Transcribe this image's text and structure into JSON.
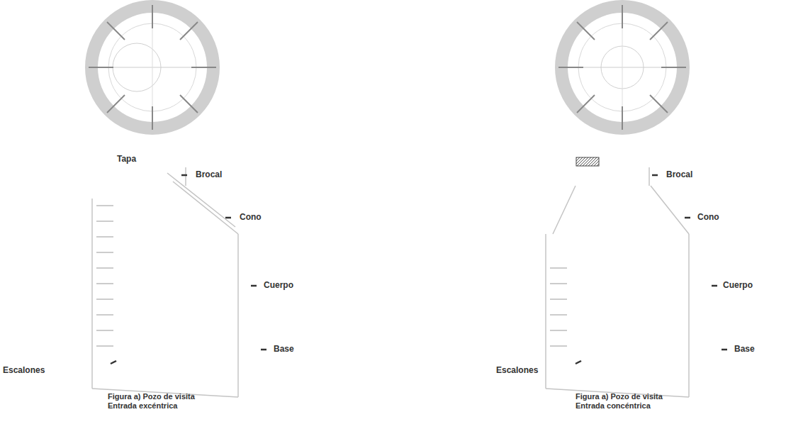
{
  "diagram": {
    "labels": [
      "Tapa",
      "Brocal",
      "Cono",
      "Cuerpo",
      "Base",
      "Escalones",
      "Figura a) Pozo de visita Entrada excéntrica",
      "Brocal",
      "Cono",
      "Cuerpo",
      "Base",
      "Escalones",
      "Figura a) Pozo de visita Entrada concéntrica"
    ]
  }
}
